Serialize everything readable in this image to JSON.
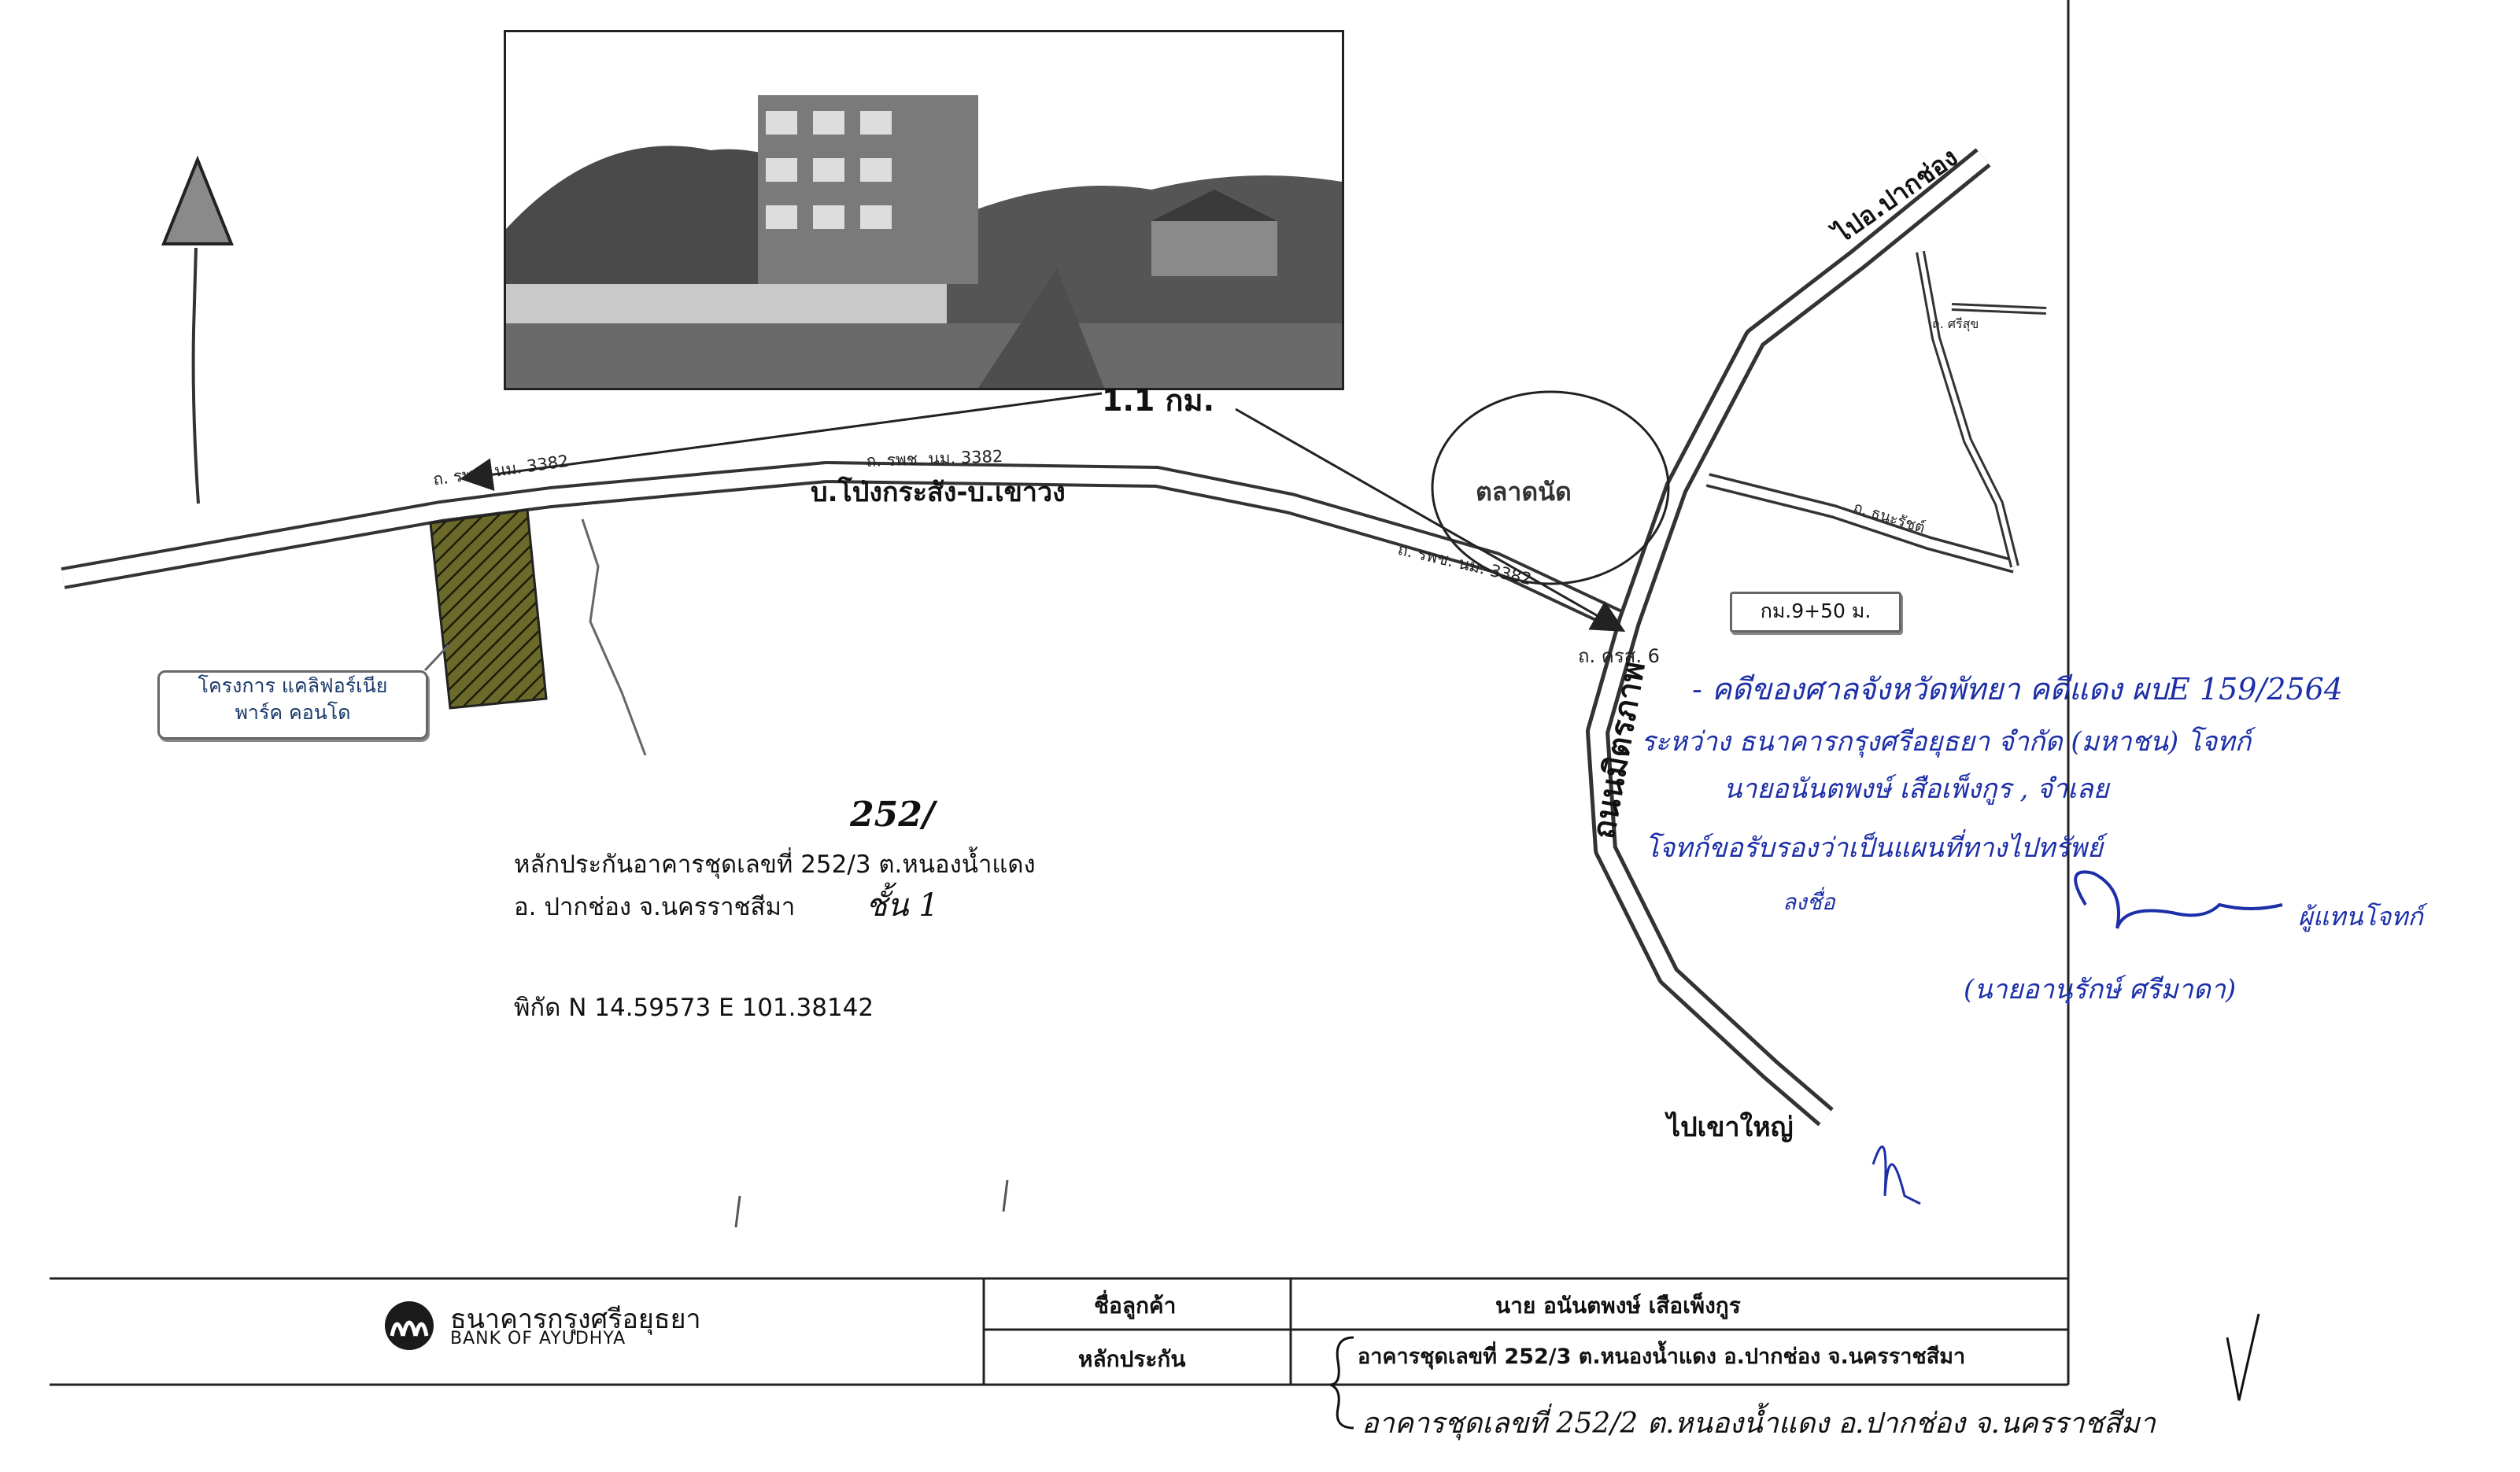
{
  "map": {
    "road_main_name": "บ.โป่งกระสัง-บ.เขาวง",
    "road_code_a": "ถ. รพช. นม. 3382",
    "road_code_b": "ถ. รพช. นม. 3382",
    "road_code_c": "ถ. รพช. นม. 3382",
    "distance_label": "1.1 กม.",
    "market_label": "ตลาดนัด",
    "road_vertical_name": "ถนนมิตรภาพ",
    "road_side": "ถ. ศรีสุข",
    "km_marker": "กม.9+50 ม.",
    "junction_road": "ถ. ครส. 6",
    "to_pakchong": "ไปอ.ปากช่อง",
    "to_khaoyai": "ไปเขาใหญ่",
    "small_road_right": "ถ. ธนะรัชต์",
    "project_label_line1": "โครงการ แคลิฟอร์เนีย",
    "project_label_line2": "พาร์ค คอนโด"
  },
  "property": {
    "unit_handwritten": "252/",
    "line1": "หลักประกันอาคารชุดเลขที่ 252/3 ต.หนองน้ำแดง",
    "line2": "อ. ปากช่อง จ.นครราชสีมา",
    "floor_handwritten": "ชั้น 1",
    "coord_label": "พิกัด",
    "coord_n": "N 14.59573",
    "coord_e": "E 101.38142"
  },
  "handwritten_note": {
    "line1": "- คดีของศาลจังหวัดพัทยา คดีแดง ผบE 159/2564",
    "line2": "ระหว่าง ธนาคารกรุงศรีอยุธยา จำกัด (มหาชน)      โจทก์",
    "line3": "นายอนันตพงษ์ เสือเพ็งกูร ,        จำเลย",
    "line4": "โจทก์ขอรับรองว่าเป็นแผนที่ทางไปทรัพย์",
    "line5": "ลงชื่อ",
    "line6": "ผู้แทนโจทก์",
    "line7": "(นายอานุรักษ์ ศรีมาดา)"
  },
  "footer": {
    "bank_name_th": "ธนาคารกรุงศรีอยุธยา",
    "bank_name_en": "BANK OF AYUDHYA",
    "customer_label": "ชื่อลูกค้า",
    "customer_value": "นาย อนันตพงษ์ เสือเพ็งกูร",
    "collateral_label": "หลักประกัน",
    "collateral_value_1": "อาคารชุดเลขที่ 252/3 ต.หนองน้ำแดง อ.ปากช่อง จ.นครราชสีมา",
    "collateral_value_2": "อาคารชุดเลขที่ 252/2 ต.หนองน้ำแดง อ.ปากช่อง จ.นครราชสีมา"
  },
  "colors": {
    "road_fill": "#ffffff",
    "road_stroke": "#333333",
    "plot_fill": "#5a5a2a",
    "handwriting": "#1c2fa8",
    "callout_text": "#1a3a6a"
  }
}
